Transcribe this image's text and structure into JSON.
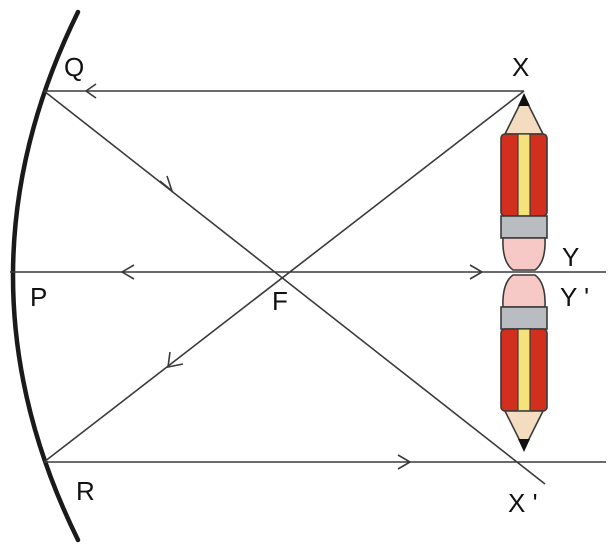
{
  "labels": {
    "Q": "Q",
    "P": "P",
    "R": "R",
    "F": "F",
    "X": "X",
    "Y": "Y",
    "Y_prime": "Y '",
    "X_prime": "X '"
  },
  "colors": {
    "ray": "#3a3a3a",
    "mirror": "#1a1a1a",
    "pencil_body": "#d32f1f",
    "pencil_core": "#f4e27a",
    "pencil_band": "#b9bcc0",
    "pencil_eraser": "#f6c9c7",
    "pencil_wood": "#f3dcc0",
    "pencil_tip": "#111111"
  },
  "icons": {
    "object": "pencil-icon",
    "image": "inverted-pencil-icon"
  }
}
